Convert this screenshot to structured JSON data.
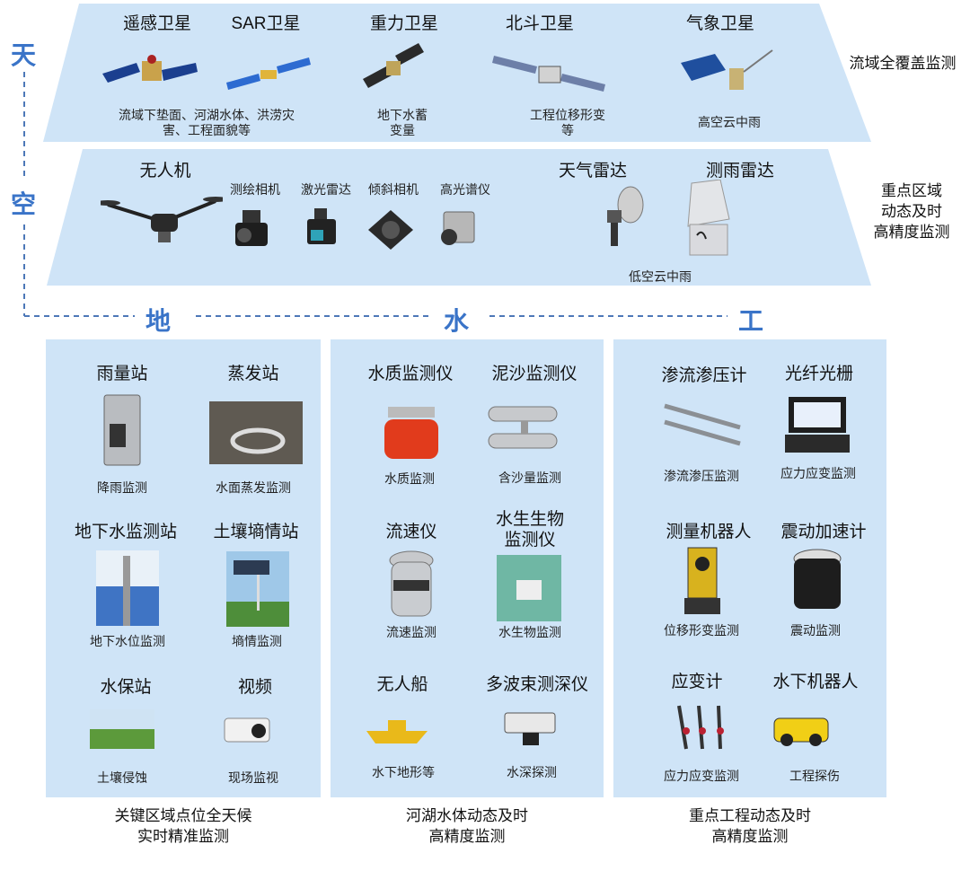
{
  "axis_labels": {
    "tian": "天",
    "kong": "空",
    "di": "地",
    "shui": "水",
    "gong": "工"
  },
  "space_band": {
    "items": [
      {
        "title": "遥感卫星",
        "caption": "流域下垫面、河湖水体、洪涝灾\n害、工程面貌等"
      },
      {
        "title": "SAR卫星",
        "caption": ""
      },
      {
        "title": "重力卫星",
        "caption": "地下水蓄\n变量"
      },
      {
        "title": "北斗卫星",
        "caption": "工程位移形变\n等"
      },
      {
        "title": "气象卫星",
        "caption": "高空云中雨"
      }
    ],
    "side_label": "流域全覆盖监测"
  },
  "air_band": {
    "items": [
      {
        "title": "无人机"
      },
      {
        "title": "测绘相机"
      },
      {
        "title": "激光雷达"
      },
      {
        "title": "倾斜相机"
      },
      {
        "title": "高光谱仪"
      },
      {
        "title": "天气雷达"
      },
      {
        "title": "测雨雷达"
      }
    ],
    "caption": "低空云中雨",
    "side_label": "重点区域\n动态及时\n高精度监测"
  },
  "panels": [
    {
      "items": [
        {
          "title": "雨量站",
          "caption": "降雨监测"
        },
        {
          "title": "蒸发站",
          "caption": "水面蒸发监测"
        },
        {
          "title": "地下水监测站",
          "caption": "地下水位监测"
        },
        {
          "title": "土壤墒情站",
          "caption": "墒情监测"
        },
        {
          "title": "水保站",
          "caption": "土壤侵蚀"
        },
        {
          "title": "视频",
          "caption": "现场监视"
        }
      ],
      "bottom_caption": "关键区域点位全天候\n实时精准监测"
    },
    {
      "items": [
        {
          "title": "水质监测仪",
          "caption": "水质监测"
        },
        {
          "title": "泥沙监测仪",
          "caption": "含沙量监测"
        },
        {
          "title": "流速仪",
          "caption": "流速监测"
        },
        {
          "title": "水生生物\n监测仪",
          "caption": "水生物监测"
        },
        {
          "title": "无人船",
          "caption": "水下地形等"
        },
        {
          "title": "多波束测深仪",
          "caption": "水深探测"
        }
      ],
      "bottom_caption": "河湖水体动态及时\n高精度监测"
    },
    {
      "items": [
        {
          "title": "渗流渗压计",
          "caption": "渗流渗压监测"
        },
        {
          "title": "光纤光栅",
          "caption": "应力应变监测"
        },
        {
          "title": "测量机器人",
          "caption": "位移形变监测"
        },
        {
          "title": "震动加速计",
          "caption": "震动监测"
        },
        {
          "title": "应变计",
          "caption": "应力应变监测"
        },
        {
          "title": "水下机器人",
          "caption": "工程探伤"
        }
      ],
      "bottom_caption": "重点工程动态及时\n高精度监测"
    }
  ],
  "colors": {
    "band": "#cfe4f7",
    "accent": "#3a74c8",
    "dash": "#4d78b8"
  }
}
